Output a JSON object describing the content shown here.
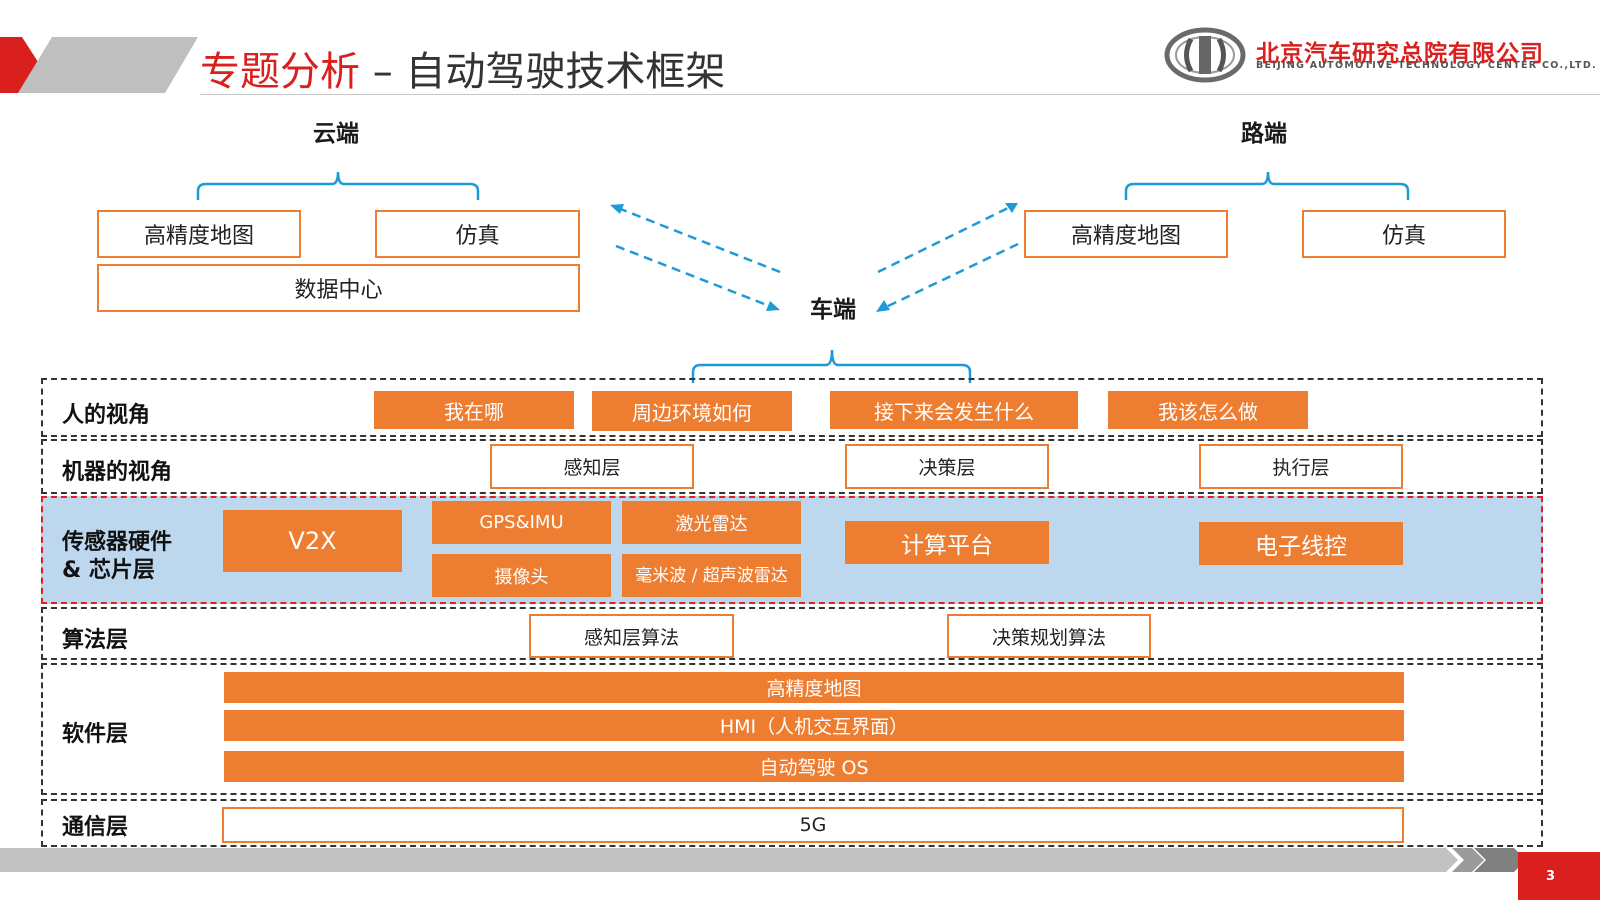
{
  "header": {
    "title_topic": "专题分析",
    "title_sep": " – ",
    "title_subject": "自动驾驶技术框架",
    "company_cn": "北京汽车研究总院有限公司",
    "company_en": "BEIJING AUTOMOTIVE TECHNOLOGY CENTER CO.,LTD."
  },
  "cloud": {
    "label": "云端",
    "boxes": [
      "高精度地图",
      "仿真",
      "数据中心"
    ]
  },
  "road": {
    "label": "路端",
    "boxes": [
      "高精度地图",
      "仿真"
    ]
  },
  "vehicle": {
    "label": "车端"
  },
  "layers": {
    "human_view": {
      "label": "人的视角",
      "items": [
        "我在哪",
        "周边环境如何",
        "接下来会发生什么",
        "我该怎么做"
      ]
    },
    "machine_view": {
      "label": "机器的视角",
      "items": [
        "感知层",
        "决策层",
        "执行层"
      ]
    },
    "hardware": {
      "label_line1": "传感器硬件",
      "label_line2": "& 芯片层",
      "items": [
        "V2X",
        "GPS&IMU",
        "激光雷达",
        "摄像头",
        "毫米波 / 超声波雷达",
        "计算平台",
        "电子线控"
      ]
    },
    "algorithm": {
      "label": "算法层",
      "items": [
        "感知层算法",
        "决策规划算法"
      ]
    },
    "software": {
      "label": "软件层",
      "items": [
        "高精度地图",
        "HMI（人机交互界面）",
        "自动驾驶 OS"
      ]
    },
    "comm": {
      "label": "通信层",
      "items": [
        "5G"
      ]
    }
  },
  "footer": {
    "page_number": "3"
  },
  "colors": {
    "accent_orange": "#ed7d31",
    "brand_red": "#d9201e",
    "connector_blue": "#1e9ad6",
    "hardware_band_fill": "#bdd7ee"
  }
}
